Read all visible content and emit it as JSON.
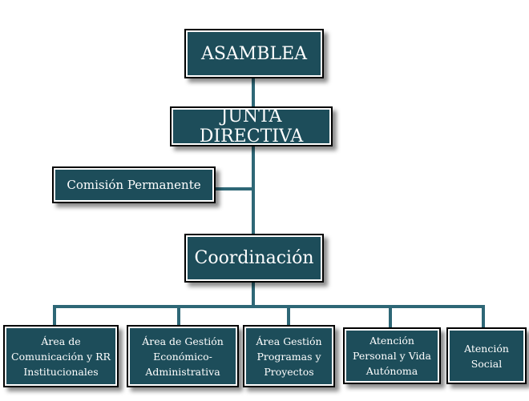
{
  "org": {
    "asamblea": "ASAMBLEA",
    "junta": "JUNTA DIRECTIVA",
    "comision": "Comisión Permanente",
    "coordinacion": "Coordinación",
    "areas": [
      "Área de\nComunicación y RR\nInstitucionales",
      "Área de Gestión\nEconómico-\nAdministrativa",
      "Área Gestión\nProgramas y\nProyectos",
      "Atención\nPersonal y Vida\nAutónoma",
      "Atención\nSocial"
    ]
  },
  "colors": {
    "box_fill": "#1d4d5a",
    "connector": "#2e6776",
    "text": "#ffffff"
  }
}
